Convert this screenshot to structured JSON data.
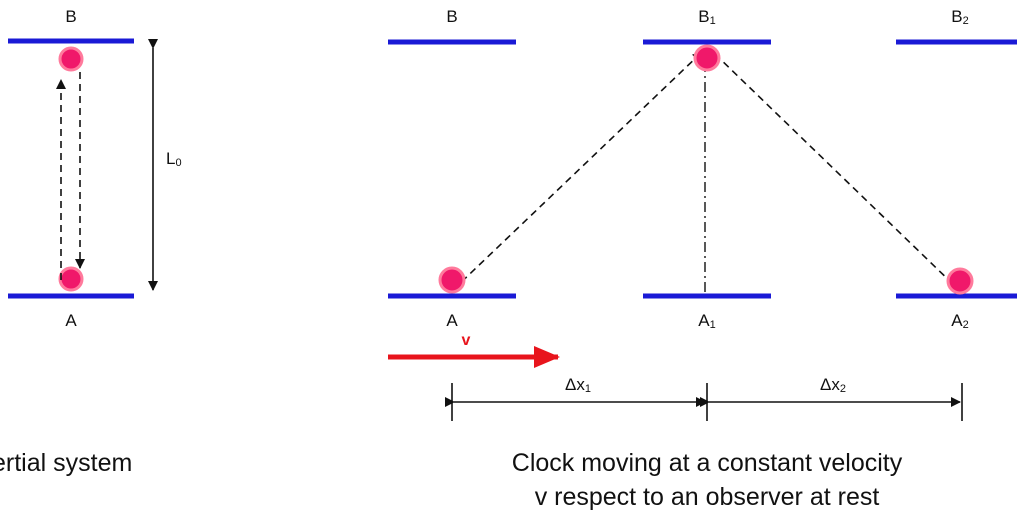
{
  "left_clock": {
    "top_label": "B",
    "bottom_label": "A",
    "length_label_main": "L",
    "length_label_sub": "0",
    "caption": "ertial system"
  },
  "moving_clock": {
    "positions": [
      {
        "top_main": "B",
        "top_sub": "",
        "bottom_main": "A",
        "bottom_sub": ""
      },
      {
        "top_main": "B",
        "top_sub": "1",
        "bottom_main": "A",
        "bottom_sub": "1"
      },
      {
        "top_main": "B",
        "top_sub": "2",
        "bottom_main": "A",
        "bottom_sub": "2"
      }
    ],
    "velocity_label": "v",
    "dx1_main": "Δx",
    "dx1_sub": "1",
    "dx2_main": "Δx",
    "dx2_sub": "2",
    "caption_line1": "Clock moving at a constant velocity",
    "caption_line2": "v respect to an observer at rest"
  },
  "colors": {
    "mirror": "#1a1ad6",
    "ball": "#f0186a",
    "velocity_arrow": "#e8141c"
  }
}
